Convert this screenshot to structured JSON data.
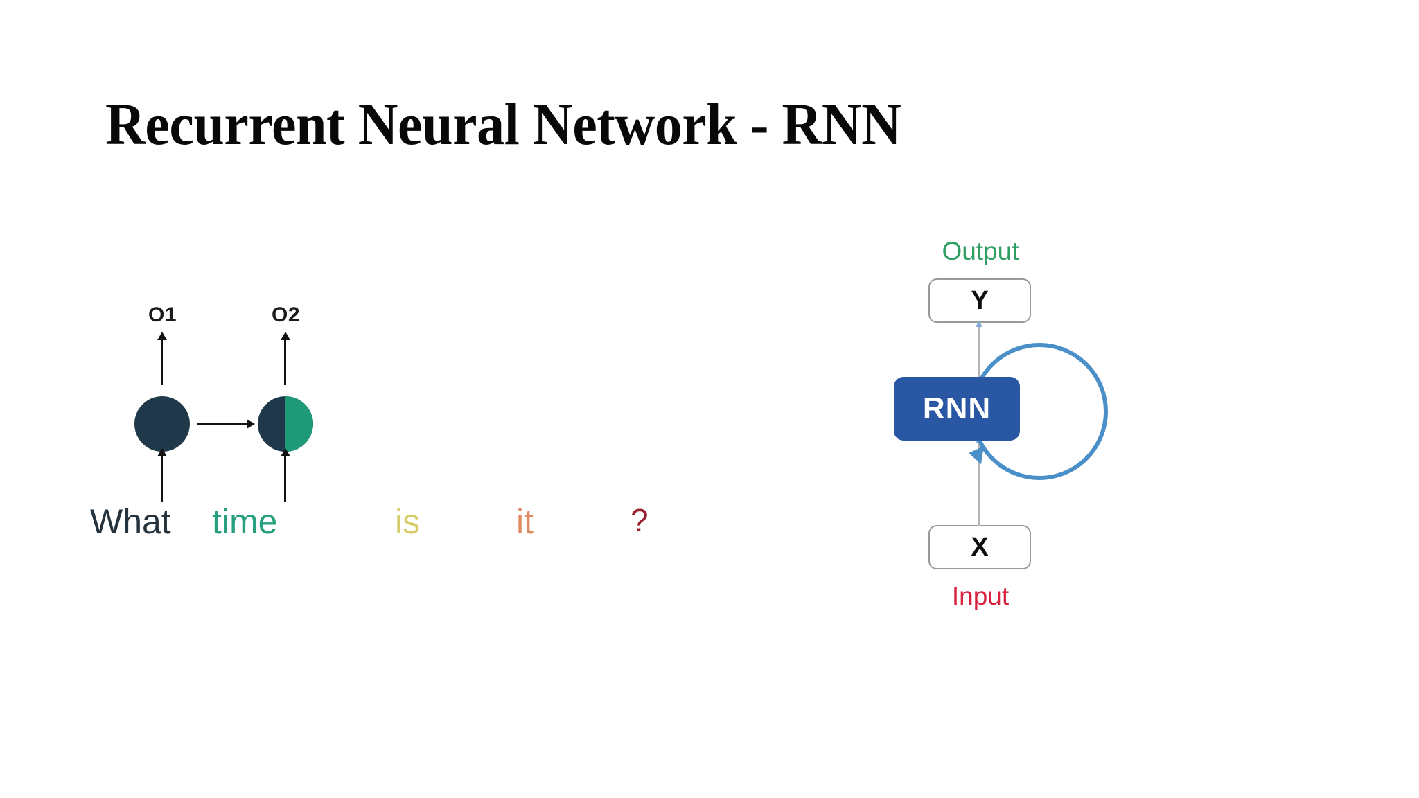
{
  "slide": {
    "title": "Recurrent Neural Network - RNN",
    "background_color": "#ffffff"
  },
  "left_diagram": {
    "name": "unrolled-rnn-sentence",
    "output_labels": [
      "O1",
      "O2"
    ],
    "nodes": [
      {
        "id": "node-1",
        "fill": "#20394a",
        "split": false
      },
      {
        "id": "node-2",
        "fill_left": "#20394a",
        "fill_right": "#1f9a78",
        "split": true
      }
    ],
    "sentence": [
      {
        "text": "What",
        "color": "#24333d"
      },
      {
        "text": "time",
        "color": "#26a07e"
      },
      {
        "text": "is",
        "color": "#d7cc6a"
      },
      {
        "text": "it",
        "color": "#e08a62"
      },
      {
        "text": "?",
        "color": "#9b2030"
      }
    ],
    "arrow_color": "#121212"
  },
  "right_diagram": {
    "name": "folded-rnn-cell",
    "output_label": "Output",
    "output_color": "#2f9e63",
    "output_box": "Y",
    "cell_label": "RNN",
    "cell_color": "#2a57a3",
    "cell_text_color": "#ffffff",
    "input_box": "X",
    "input_label": "Input",
    "input_color": "#d8203c",
    "loop_color": "#4a8fc7",
    "connector_color": "#b4b4b4",
    "box_border_color": "#9a9a9a"
  }
}
